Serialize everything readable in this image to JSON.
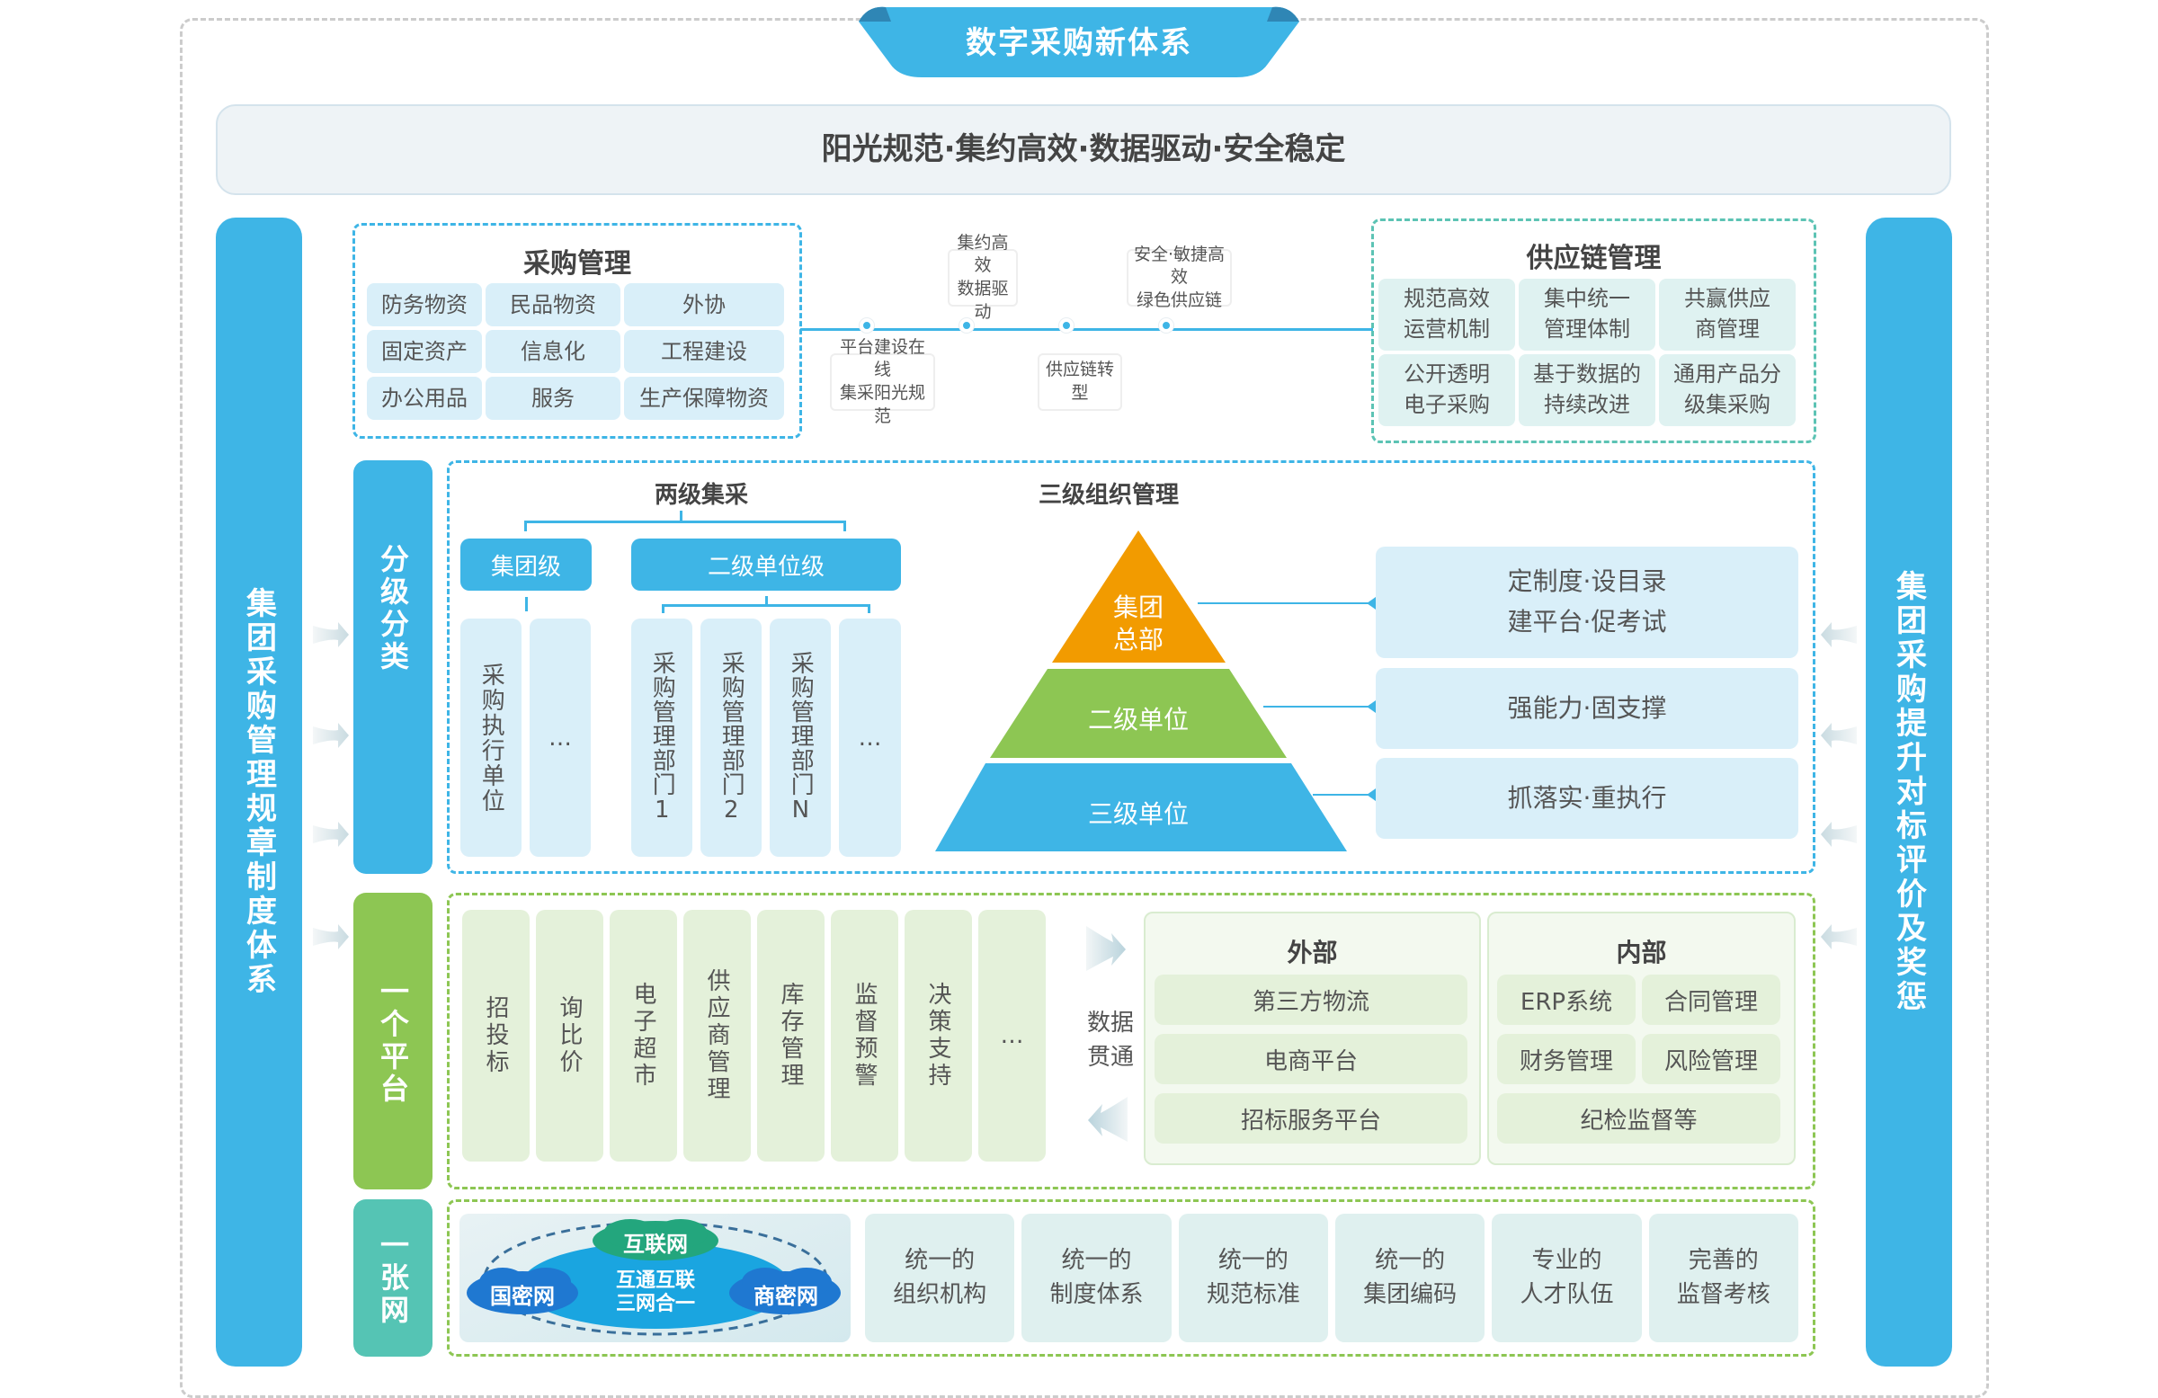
{
  "title": "数字采购新体系",
  "banner": "阳光规范·集约高效·数据驱动·安全稳定",
  "left_bar": "集团采购管理规章制度体系",
  "right_bar": "集团采购提升对标评价及奖惩",
  "colors": {
    "primary_blue": "#3eb5e6",
    "green": "#8dc653",
    "teal": "#55c4b4",
    "orange": "#f29b00",
    "text": "#555555"
  },
  "procurement": {
    "title": "采购管理",
    "items": [
      "防务物资",
      "民品物资",
      "外协",
      "固定资产",
      "信息化",
      "工程建设",
      "办公用品",
      "服务",
      "生产保障物资"
    ]
  },
  "timeline": {
    "milestones": [
      {
        "label": "平台建设在线\n集采阳光规范",
        "position": "below"
      },
      {
        "label": "集约高效\n数据驱动",
        "position": "above"
      },
      {
        "label": "供应链转型",
        "position": "below"
      },
      {
        "label": "安全·敏捷高效\n绿色供应链",
        "position": "above"
      }
    ]
  },
  "supply_chain": {
    "title": "供应链管理",
    "items": [
      "规范高效\n运营机制",
      "集中统一\n管理体制",
      "共赢供应\n商管理",
      "公开透明\n电子采购",
      "基于数据的\n持续改进",
      "通用产品分\n级集采购"
    ]
  },
  "classification": {
    "bar_label": "分级分类",
    "two_level": {
      "title": "两级集采",
      "group_level": "集团级",
      "secondary_level": "二级单位级",
      "group_children": [
        "采购执行单位",
        "…"
      ],
      "secondary_children": [
        "采购管理部门1",
        "采购管理部门2",
        "采购管理部门N",
        "…"
      ]
    },
    "three_level": {
      "title": "三级组织管理",
      "tiers": [
        {
          "label": "集团\n总部",
          "duty": "定制度·设目录\n建平台·促考试",
          "color": "#f29b00"
        },
        {
          "label": "二级单位",
          "duty": "强能力·固支撑",
          "color": "#8dc653"
        },
        {
          "label": "三级单位",
          "duty": "抓落实·重执行",
          "color": "#3eb5e6"
        }
      ]
    }
  },
  "platform": {
    "bar_label": "一个平台",
    "modules": [
      "招投标",
      "询比价",
      "电子超市",
      "供应商管理",
      "库存管理",
      "监督预警",
      "决策支持",
      "…"
    ],
    "data_link": "数据\n贯通",
    "external": {
      "title": "外部",
      "items": [
        "第三方物流",
        "电商平台",
        "招标服务平台"
      ]
    },
    "internal": {
      "title": "内部",
      "items": [
        "ERP系统",
        "合同管理",
        "财务管理",
        "风险管理",
        "纪检监督等"
      ]
    }
  },
  "network": {
    "bar_label": "一张网",
    "diagram": {
      "top_cloud": "互联网",
      "left_cloud": "国密网",
      "right_cloud": "商密网",
      "center": "互通互联\n三网合一"
    },
    "items": [
      "统一的\n组织机构",
      "统一的\n制度体系",
      "统一的\n规范标准",
      "统一的\n集团编码",
      "专业的\n人才队伍",
      "完善的\n监督考核"
    ]
  }
}
